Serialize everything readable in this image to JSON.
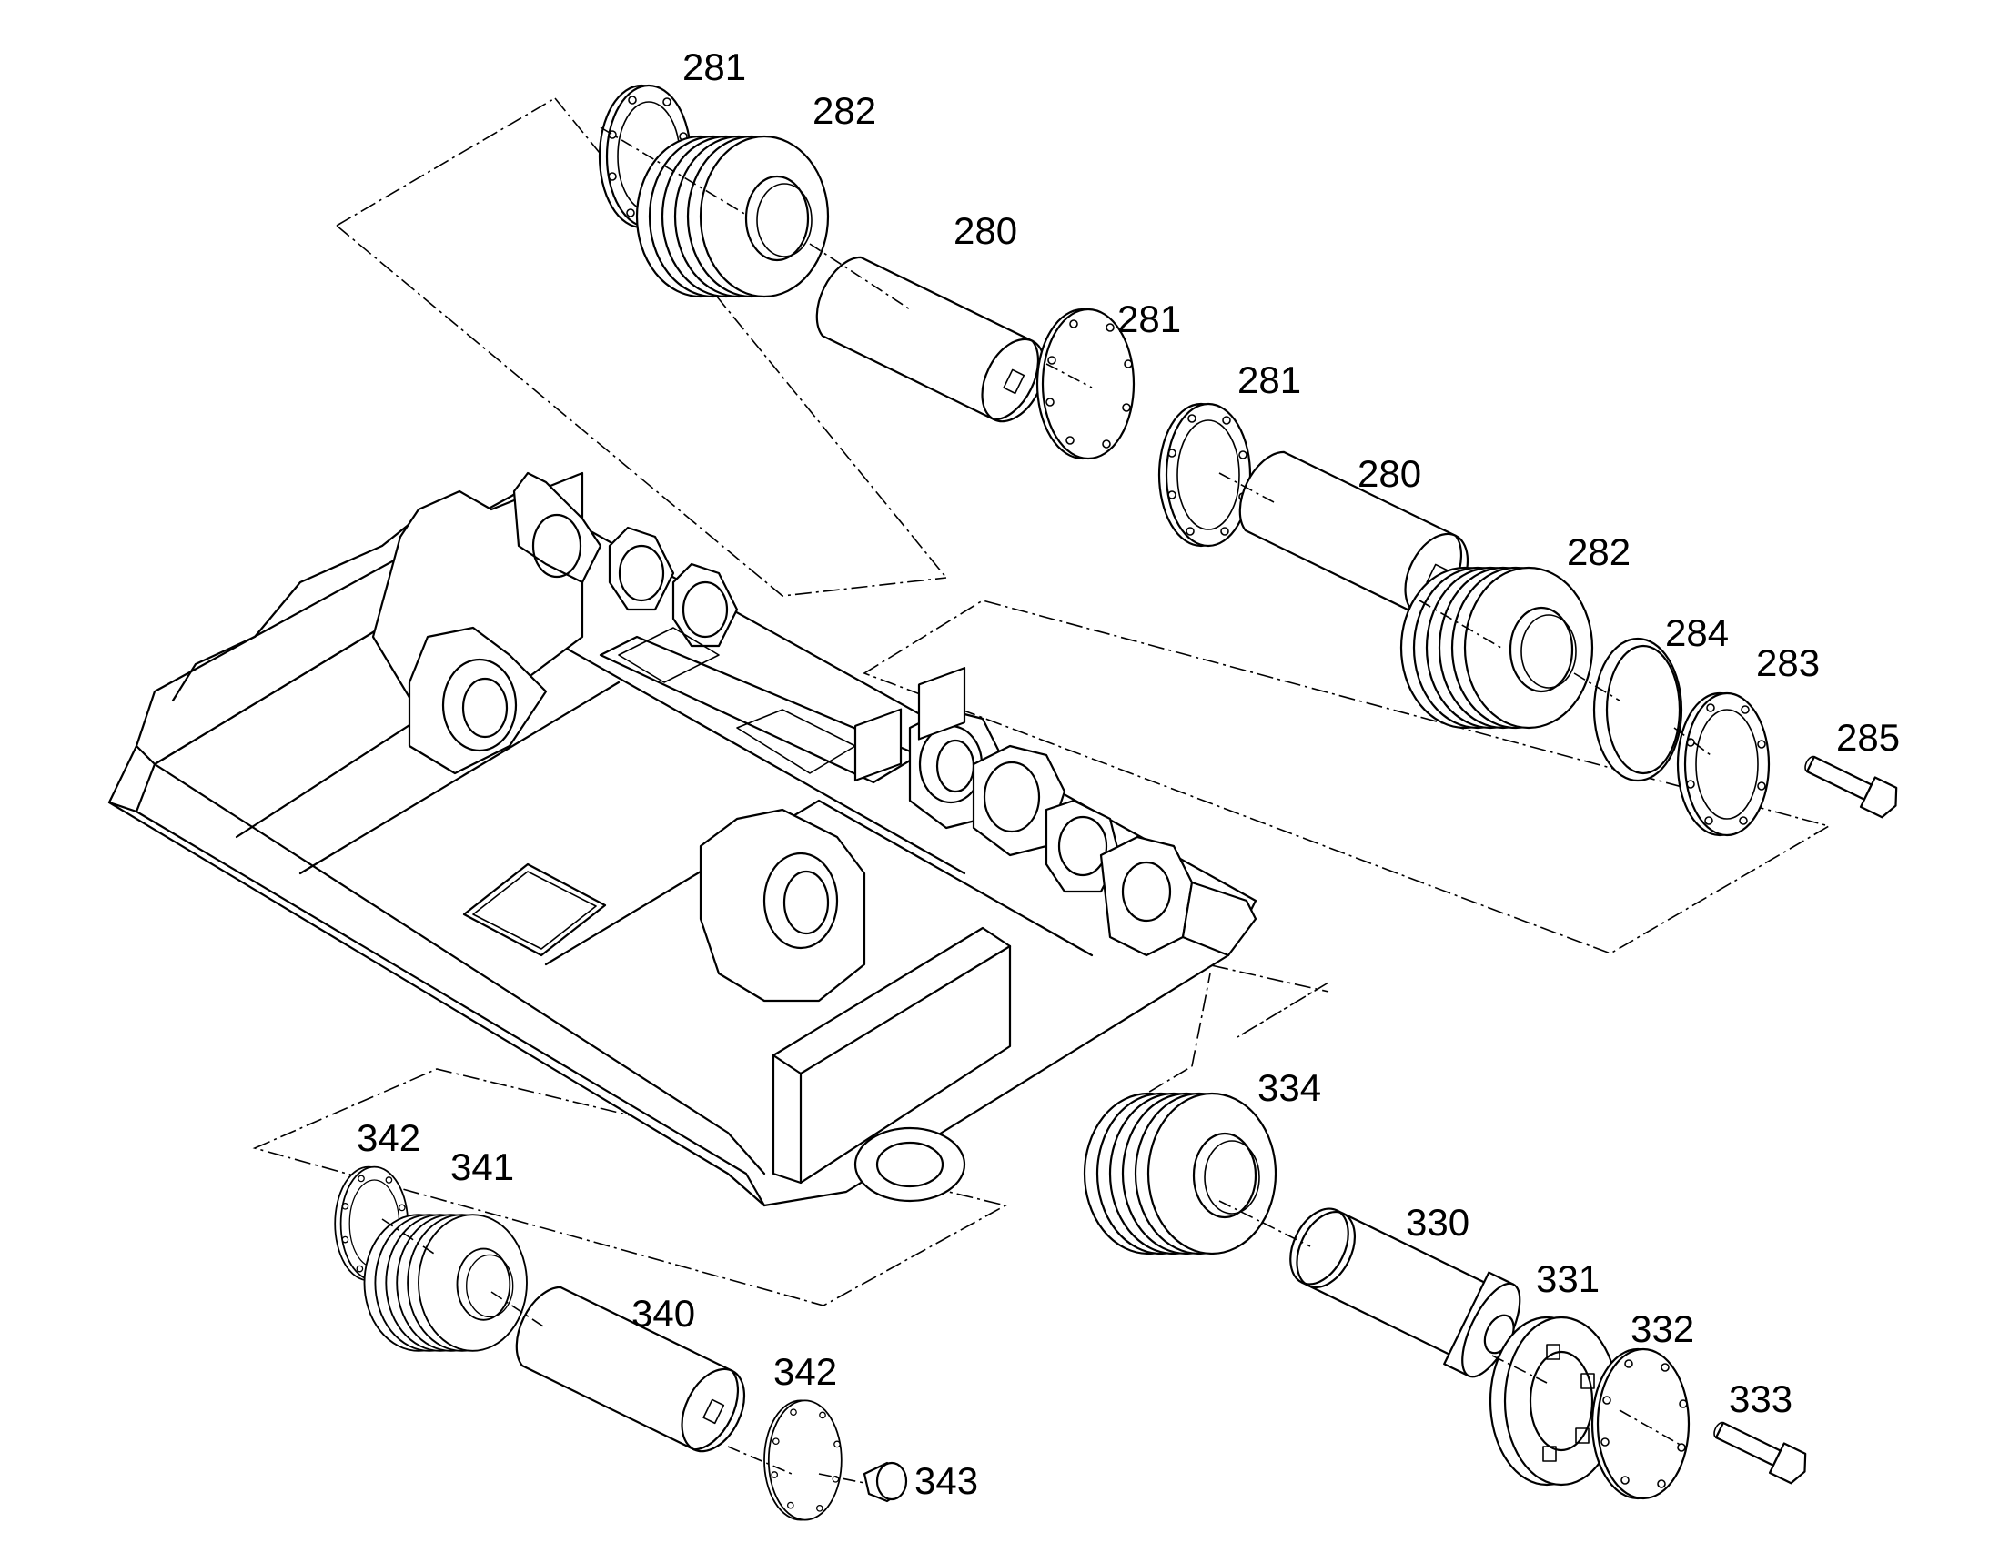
{
  "callouts": [
    {
      "id": "c281a",
      "text": "281"
    },
    {
      "id": "c282a",
      "text": "282"
    },
    {
      "id": "c280a",
      "text": "280"
    },
    {
      "id": "c281b",
      "text": "281"
    },
    {
      "id": "c281c",
      "text": "281"
    },
    {
      "id": "c280b",
      "text": "280"
    },
    {
      "id": "c282b",
      "text": "282"
    },
    {
      "id": "c284",
      "text": "284"
    },
    {
      "id": "c283",
      "text": "283"
    },
    {
      "id": "c285",
      "text": "285"
    },
    {
      "id": "c334",
      "text": "334"
    },
    {
      "id": "c330",
      "text": "330"
    },
    {
      "id": "c331",
      "text": "331"
    },
    {
      "id": "c332",
      "text": "332"
    },
    {
      "id": "c333",
      "text": "333"
    },
    {
      "id": "c342a",
      "text": "342"
    },
    {
      "id": "c341",
      "text": "341"
    },
    {
      "id": "c340",
      "text": "340"
    },
    {
      "id": "c342b",
      "text": "342"
    },
    {
      "id": "c343",
      "text": "343"
    }
  ]
}
